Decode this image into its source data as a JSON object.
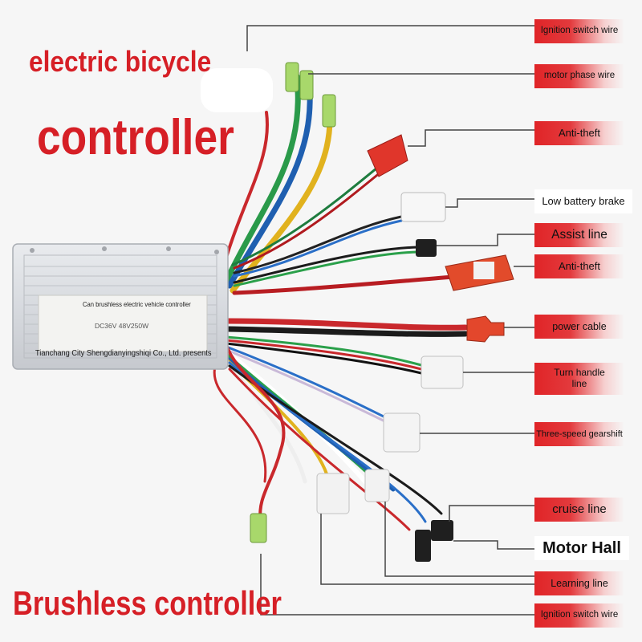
{
  "titles": {
    "top_line1": "electric bicycle",
    "top_line2": "controller",
    "bottom": "Brushless controller"
  },
  "controller_box": {
    "caption": "Can brushless electric vehicle controller",
    "company": "Tianchang City Shengdianyingshiqi Co., Ltd. presents",
    "voltage": "DC36V 48V250W"
  },
  "labels": [
    {
      "text": "Ignition switch wire",
      "style": "red"
    },
    {
      "text": "motor phase wire",
      "style": "red"
    },
    {
      "text": "Anti-theft",
      "style": "red"
    },
    {
      "text": "Low battery brake",
      "style": "white"
    },
    {
      "text": "Assist line",
      "style": "red"
    },
    {
      "text": "Anti-theft",
      "style": "red"
    },
    {
      "text": "power cable",
      "style": "red"
    },
    {
      "text": "Turn handle line",
      "style": "red"
    },
    {
      "text": "Three-speed gearshift",
      "style": "red"
    },
    {
      "text": "cruise line",
      "style": "red"
    },
    {
      "text": "Motor Hall",
      "style": "white"
    },
    {
      "text": "Learning line",
      "style": "red"
    },
    {
      "text": "Ignition switch wire",
      "style": "red"
    }
  ],
  "colors": {
    "title_red": "#d61f26",
    "label_red": "#e02427",
    "leader_line": "#444444"
  }
}
